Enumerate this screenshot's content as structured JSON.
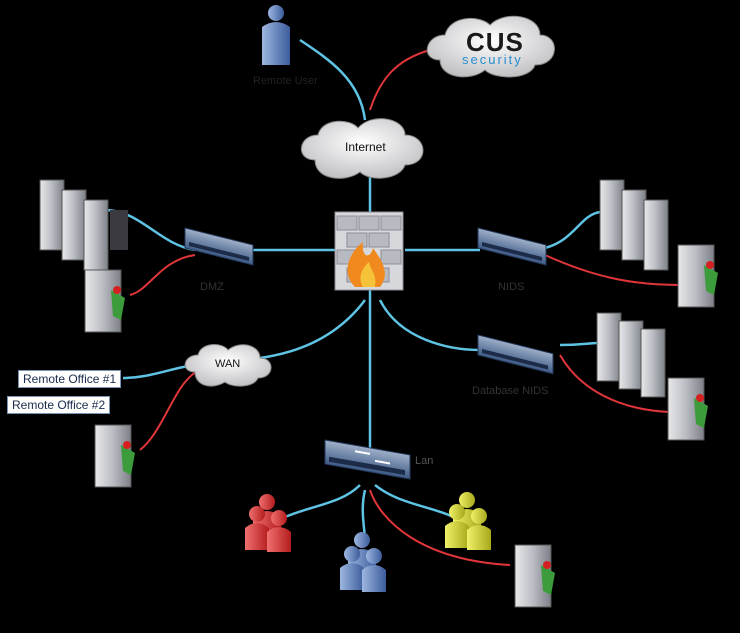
{
  "labels": {
    "internet": "Internet",
    "wan": "WAN",
    "lan": "Lan",
    "nids": "NIDS",
    "dmz": "DMZ",
    "database_nids": "Database NIDS",
    "remote_user": "Remote User",
    "remote_office_1": "Remote Office #1",
    "remote_office_2": "Remote Office #2",
    "brand_main": "CUS",
    "brand_sub": "security"
  },
  "colors": {
    "network_link": "#5fc3e4",
    "monitor_link": "#e0363a",
    "background": "#000000"
  }
}
